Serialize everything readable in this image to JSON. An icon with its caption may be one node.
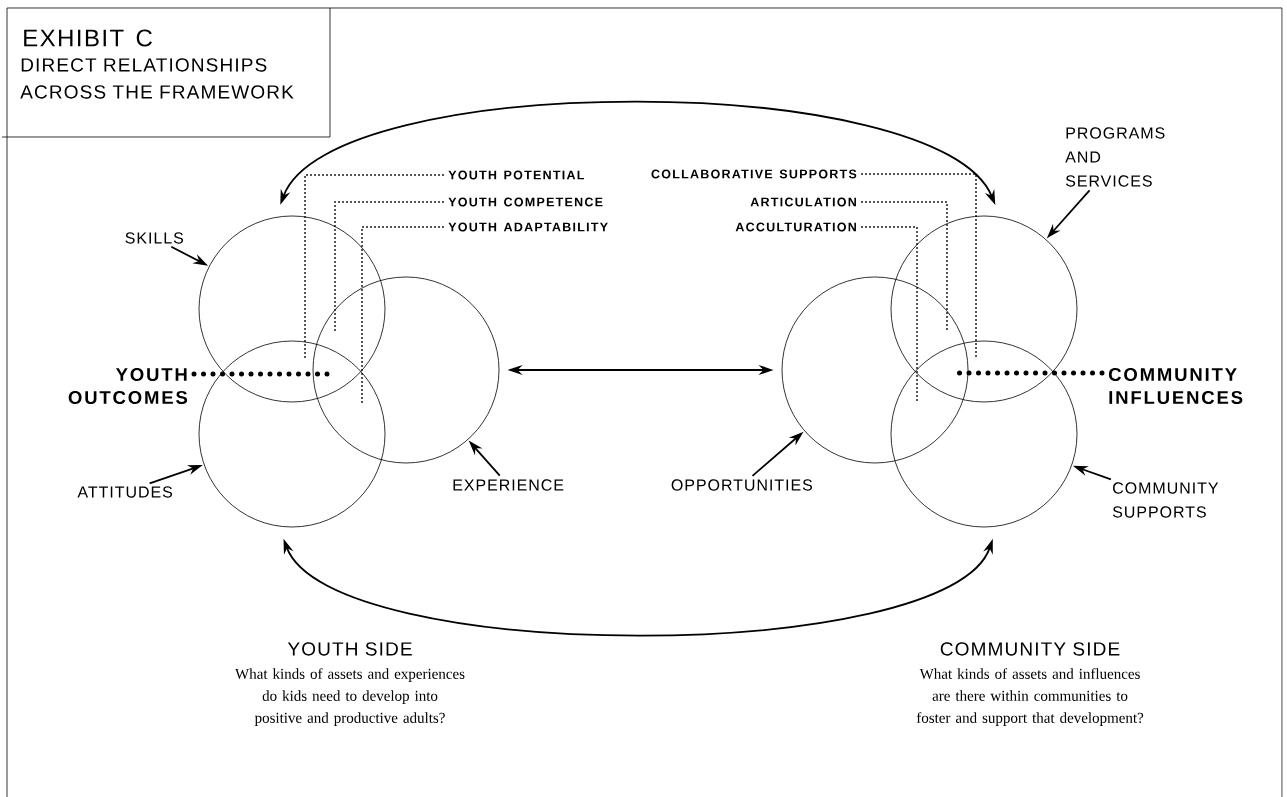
{
  "diagram": {
    "title": "EXHIBIT C",
    "nodes": [
      {
        "text": [],
        "shape": "circle"
      },
      {
        "text": [],
        "shape": "circle"
      },
      {
        "text": [],
        "shape": "circle"
      },
      {
        "text": [],
        "shape": "circle"
      },
      {
        "text": [],
        "shape": "circle"
      },
      {
        "text": [],
        "shape": "circle"
      },
      {
        "text": [
          "SKILLS"
        ]
      },
      {
        "text": [
          "ATTITUDES"
        ]
      },
      {
        "text": [
          "EXPERIENCE"
        ]
      },
      {
        "text": [
          "OPPORTUNITIES"
        ]
      },
      {
        "text": [
          "PROGRAMS AND SERVICES"
        ]
      },
      {
        "text": [
          "COMMUNITY SUPPORTS"
        ]
      },
      {
        "text": [
          "YOUTH OUTCOMES"
        ]
      },
      {
        "text": [
          "COMMUNITY INFLUENCES"
        ]
      },
      {
        "text": [
          "YOUTH POTENTIAL"
        ]
      },
      {
        "text": [
          "YOUTH COMPETENCE"
        ]
      },
      {
        "text": [
          "YOUTH ADAPTABILITY"
        ]
      },
      {
        "text": [
          "COLLABORATIVE SUPPORTS"
        ]
      },
      {
        "text": [
          "ARTICULATION"
        ]
      },
      {
        "text": [
          "ACCULTURATION"
        ]
      }
    ],
    "edges": [
      {
        "from": 6,
        "to": 0,
        "arrow": "to"
      },
      {
        "from": 7,
        "to": 1,
        "arrow": "to"
      },
      {
        "from": 8,
        "to": 2,
        "arrow": "to"
      },
      {
        "from": 9,
        "to": 3,
        "arrow": "to"
      },
      {
        "from": 10,
        "to": 4,
        "arrow": "to"
      },
      {
        "from": 11,
        "to": 5,
        "arrow": "to"
      },
      {
        "from": 2,
        "to": 3,
        "arrow": "both"
      },
      {
        "from": 0,
        "to": 4,
        "arrow": "both"
      },
      {
        "from": 1,
        "to": 5,
        "arrow": "both"
      },
      {
        "from": 12,
        "to": 0,
        "arrow": "none",
        "style": "dashed"
      },
      {
        "from": 13,
        "to": 3,
        "arrow": "none",
        "style": "dashed"
      },
      {
        "from": 14,
        "to": 0,
        "arrow": "none",
        "style": "dashed"
      },
      {
        "from": 15,
        "to": 0,
        "arrow": "none",
        "style": "dashed"
      },
      {
        "from": 16,
        "to": 2,
        "arrow": "none",
        "style": "dashed"
      },
      {
        "from": 17,
        "to": 4,
        "arrow": "none",
        "style": "dashed"
      },
      {
        "from": 18,
        "to": 3,
        "arrow": "none",
        "style": "dashed"
      },
      {
        "from": 19,
        "to": 3,
        "arrow": "none",
        "style": "dashed"
      }
    ],
    "labels": [
      "DIRECT RELATIONSHIPS ACROSS THE FRAMEWORK",
      "YOUTH SIDE",
      "What kinds of assets and experiences do kids need to develop into positive and productive adults?",
      "COMMUNITY SIDE",
      "What kinds of assets and influences are there within communities to foster and support that development?"
    ]
  }
}
